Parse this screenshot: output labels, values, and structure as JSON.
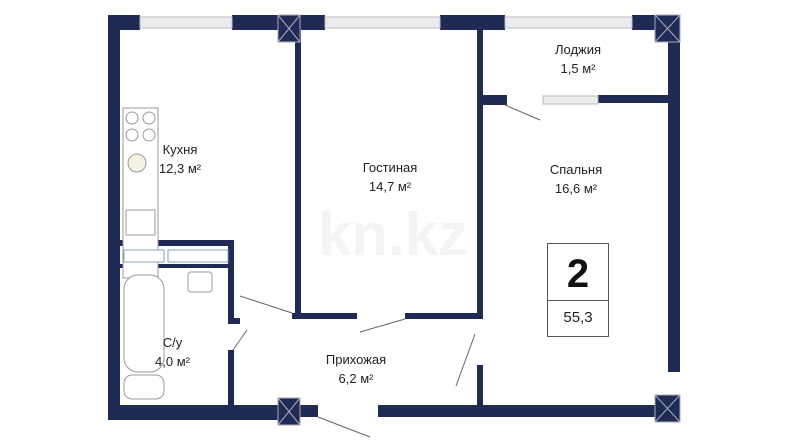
{
  "rooms": {
    "kitchen": {
      "name": "Кухня",
      "area": "12,3 м²"
    },
    "living": {
      "name": "Гостиная",
      "area": "14,7 м²"
    },
    "loggia": {
      "name": "Лоджия",
      "area": "1,5 м²"
    },
    "bedroom": {
      "name": "Спальня",
      "area": "16,6 м²"
    },
    "bathroom": {
      "name": "С/у",
      "area": "4,0 м²"
    },
    "hall": {
      "name": "Прихожая",
      "area": "6,2 м²"
    }
  },
  "badge": {
    "rooms": "2",
    "total_area": "55,3"
  },
  "watermark": "kn.kz",
  "colors": {
    "wall": "#1f2a55",
    "window": "#e9e9ec"
  }
}
